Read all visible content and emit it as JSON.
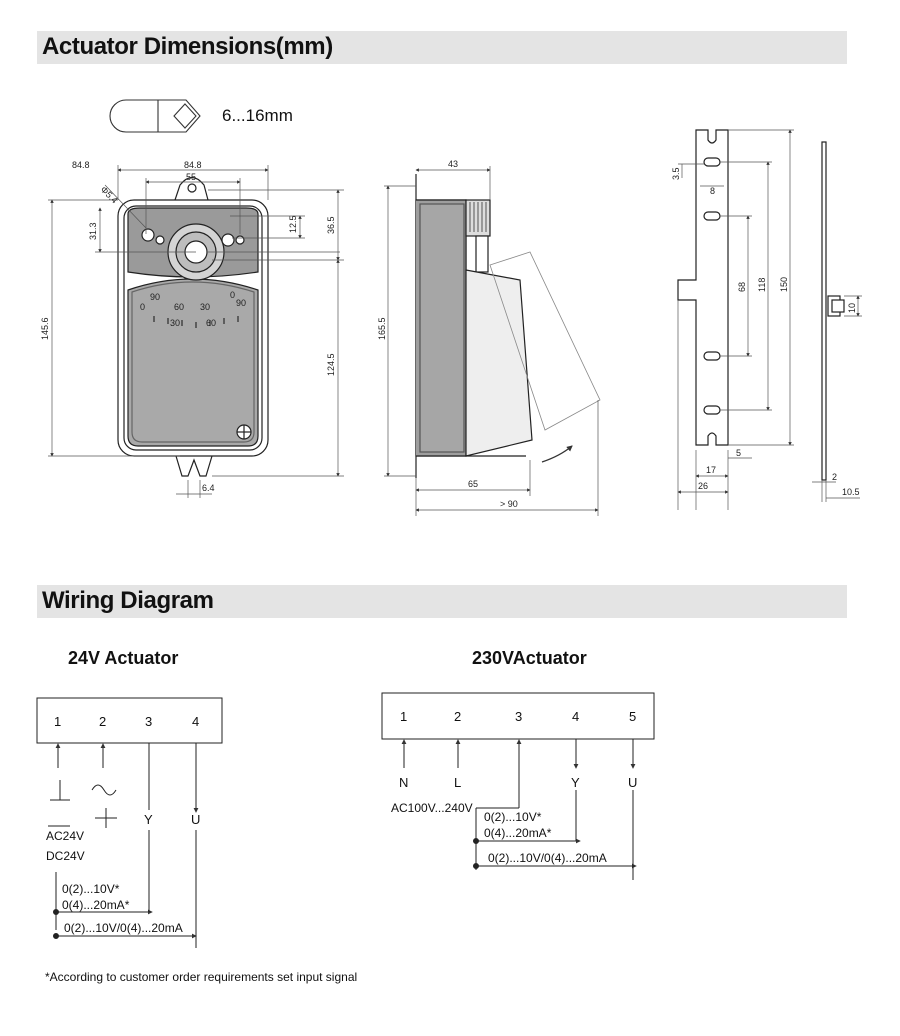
{
  "sections": {
    "dimensions_title": "Actuator Dimensions(mm)",
    "wiring_title": "Wiring Diagram"
  },
  "shaft": {
    "range_label": "6...16mm"
  },
  "front_view": {
    "width_label_left": "84.8",
    "width_label_top": "84.8",
    "inner_width": "55",
    "hole_dia": "Φ5.4",
    "top_offset": "31.3",
    "shaft_offset": "12.5",
    "shaft_height": "36.5",
    "total_height": "145.6",
    "body_height": "124.5",
    "slot_width": "6.4",
    "scale_left": [
      "90",
      "60",
      "30",
      "0"
    ],
    "scale_right": [
      "30",
      "60",
      "90",
      "0"
    ]
  },
  "side_view": {
    "top_depth": "43",
    "height": "165.5",
    "depth": "65",
    "clearance": "> 90"
  },
  "bracket_view": {
    "slot_dim": "3.5",
    "slot_width": "8",
    "hole_spacing_inner": "68",
    "hole_spacing_outer": "118",
    "height": "150",
    "edge": "5",
    "width_inner": "17",
    "width_outer": "26",
    "thickness": "2",
    "foot": "10",
    "depth": "10.5"
  },
  "wiring_24v": {
    "title": "24V Actuator",
    "terminals": [
      "1",
      "2",
      "3",
      "4"
    ],
    "labels": {
      "y": "Y",
      "u": "U",
      "ac": "AC24V",
      "dc": "DC24V"
    },
    "signals": [
      "0(2)...10V*",
      "0(4)...20mA*",
      "0(2)...10V/0(4)...20mA"
    ]
  },
  "wiring_230v": {
    "title": "230VActuator",
    "terminals": [
      "1",
      "2",
      "3",
      "4",
      "5"
    ],
    "labels": {
      "n": "N",
      "l": "L",
      "y": "Y",
      "u": "U",
      "supply": "AC100V...240V"
    },
    "signals": [
      "0(2)...10V*",
      "0(4)...20mA*",
      "0(2)...10V/0(4)...20mA"
    ]
  },
  "footnote": "*According to customer order requirements set input signal"
}
